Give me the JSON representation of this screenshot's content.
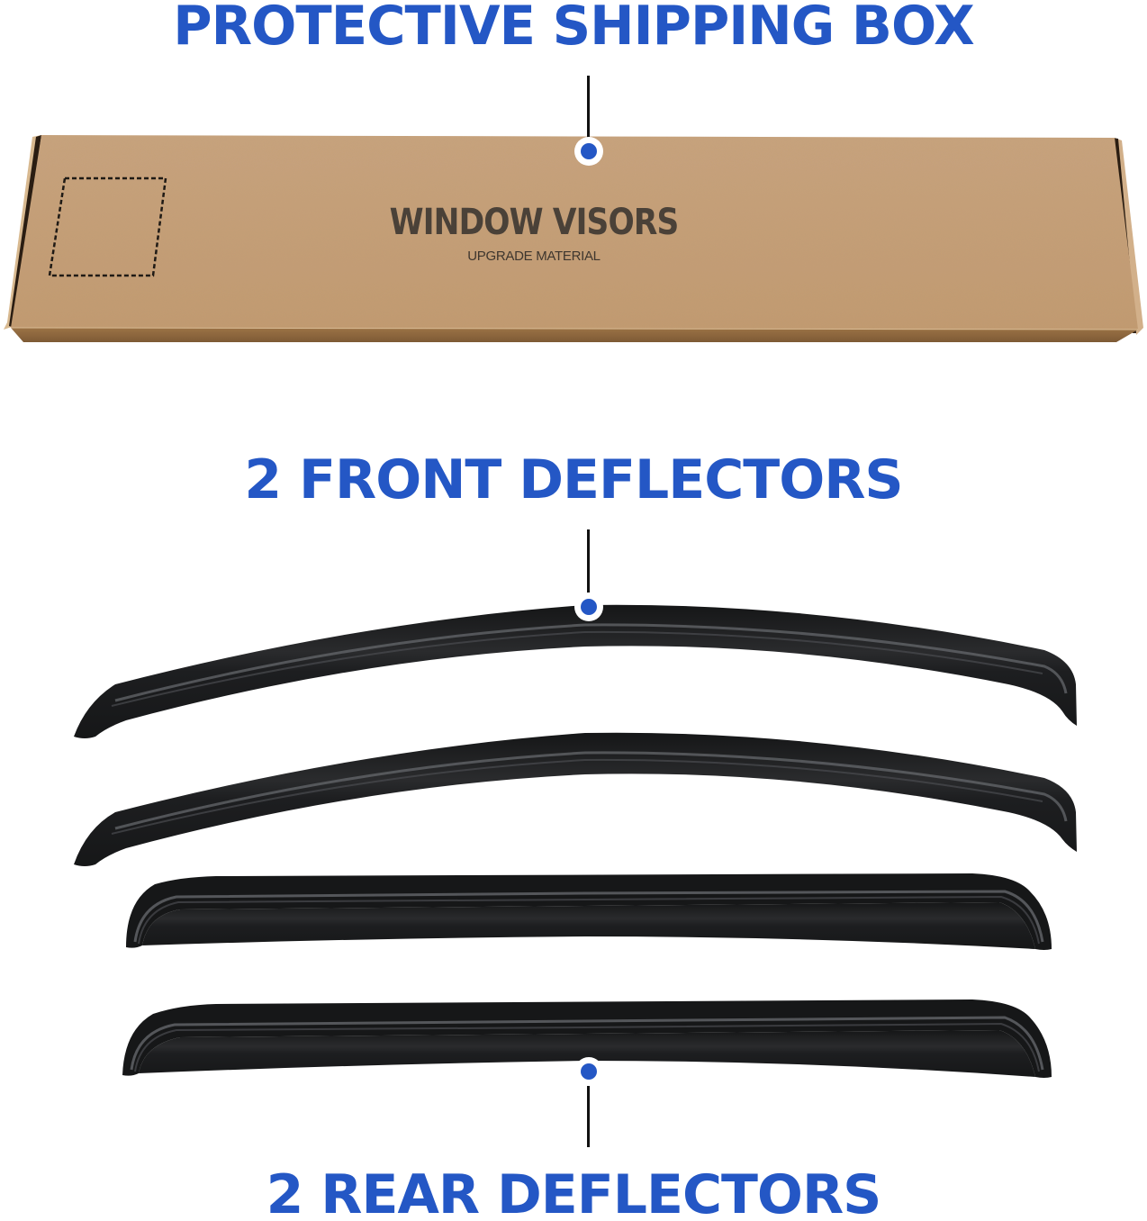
{
  "labels": {
    "box": "PROTECTIVE SHIPPING BOX",
    "front": "2 FRONT DEFLECTORS",
    "rear": "2 REAR DEFLECTORS"
  },
  "box": {
    "title": "WINDOW VISORS",
    "subtitle": "UPGRADE MATERIAL"
  },
  "colors": {
    "accent": "#2457c5",
    "cardboard": "#c9a27a",
    "deflector": "#1c1d1f",
    "leader": "#111111"
  },
  "items": [
    {
      "name": "Protective Shipping Box",
      "count": 1
    },
    {
      "name": "Front Deflector",
      "count": 2
    },
    {
      "name": "Rear Deflector",
      "count": 2
    }
  ]
}
